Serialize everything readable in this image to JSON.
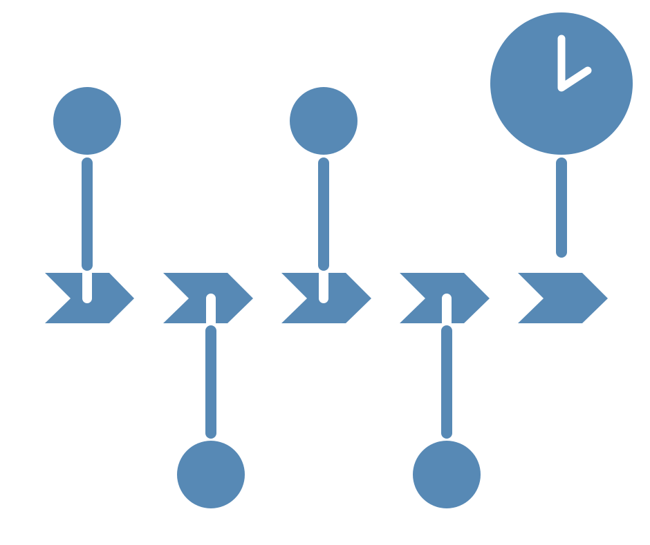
{
  "colors": {
    "accent": "#5789B5",
    "background": "#FFFFFF",
    "clock_hands": "#FFFFFF"
  },
  "timeline": {
    "steps": [
      {
        "marker": "circle",
        "position": "above"
      },
      {
        "marker": "circle",
        "position": "below"
      },
      {
        "marker": "circle",
        "position": "above"
      },
      {
        "marker": "circle",
        "position": "below"
      },
      {
        "marker": "clock-icon",
        "position": "above"
      }
    ]
  }
}
